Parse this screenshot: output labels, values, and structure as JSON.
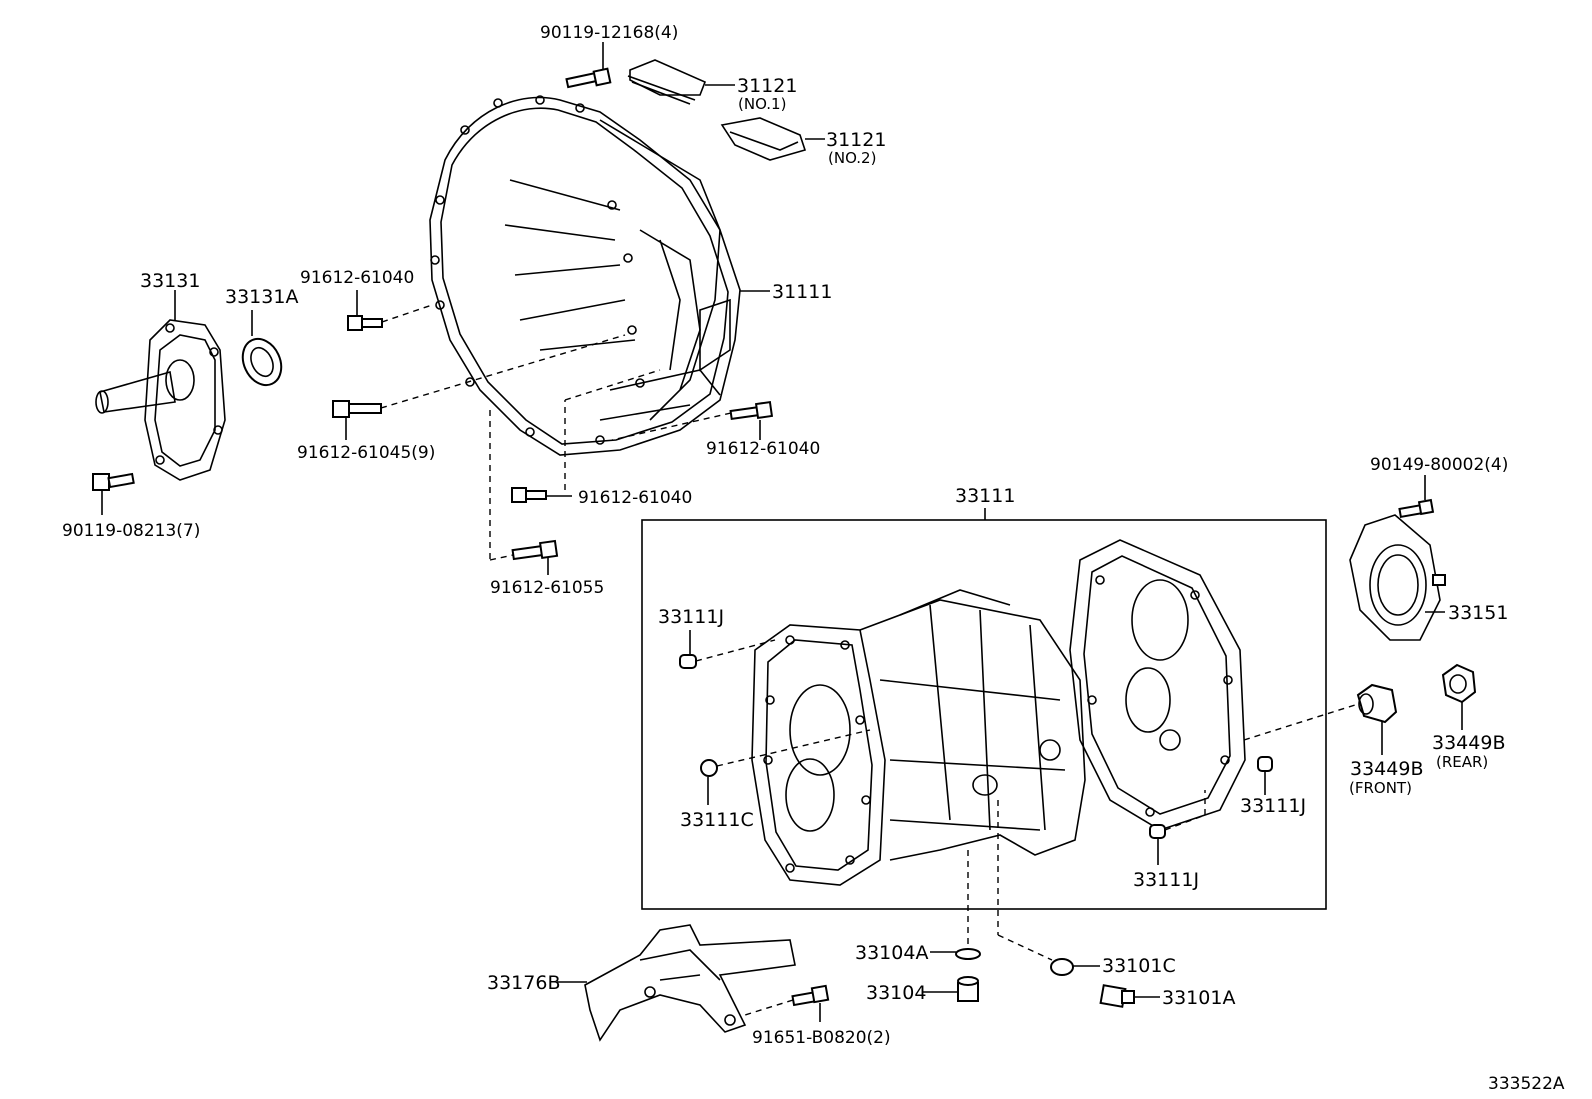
{
  "diagram_id": "333522A",
  "callouts": {
    "p90119_12168": "90119-12168(4)",
    "p31121_no1": "31121",
    "p31121_no1_sub": "(NO.1)",
    "p31121_no2": "31121",
    "p31121_no2_sub": "(NO.2)",
    "p33131": "33131",
    "p33131A": "33131A",
    "p91612_61040_a": "91612-61040",
    "p31111": "31111",
    "p91612_61045": "91612-61045(9)",
    "p91612_61040_b": "91612-61040",
    "p91612_61040_c": "91612-61040",
    "p90119_08213": "90119-08213(7)",
    "p91612_61055": "91612-61055",
    "p33111_box": "33111",
    "p90149_80002": "90149-80002(4)",
    "p33111J_a": "33111J",
    "p33151": "33151",
    "p33449B_rear": "33449B",
    "p33449B_rear_sub": "(REAR)",
    "p33449B_front": "33449B",
    "p33449B_front_sub": "(FRONT)",
    "p33111C": "33111C",
    "p33111J_b": "33111J",
    "p33111J_c": "33111J",
    "p33104A": "33104A",
    "p33101C": "33101C",
    "p33176B": "33176B",
    "p33104": "33104",
    "p33101A": "33101A",
    "p91651_B0820": "91651-B0820(2)"
  }
}
